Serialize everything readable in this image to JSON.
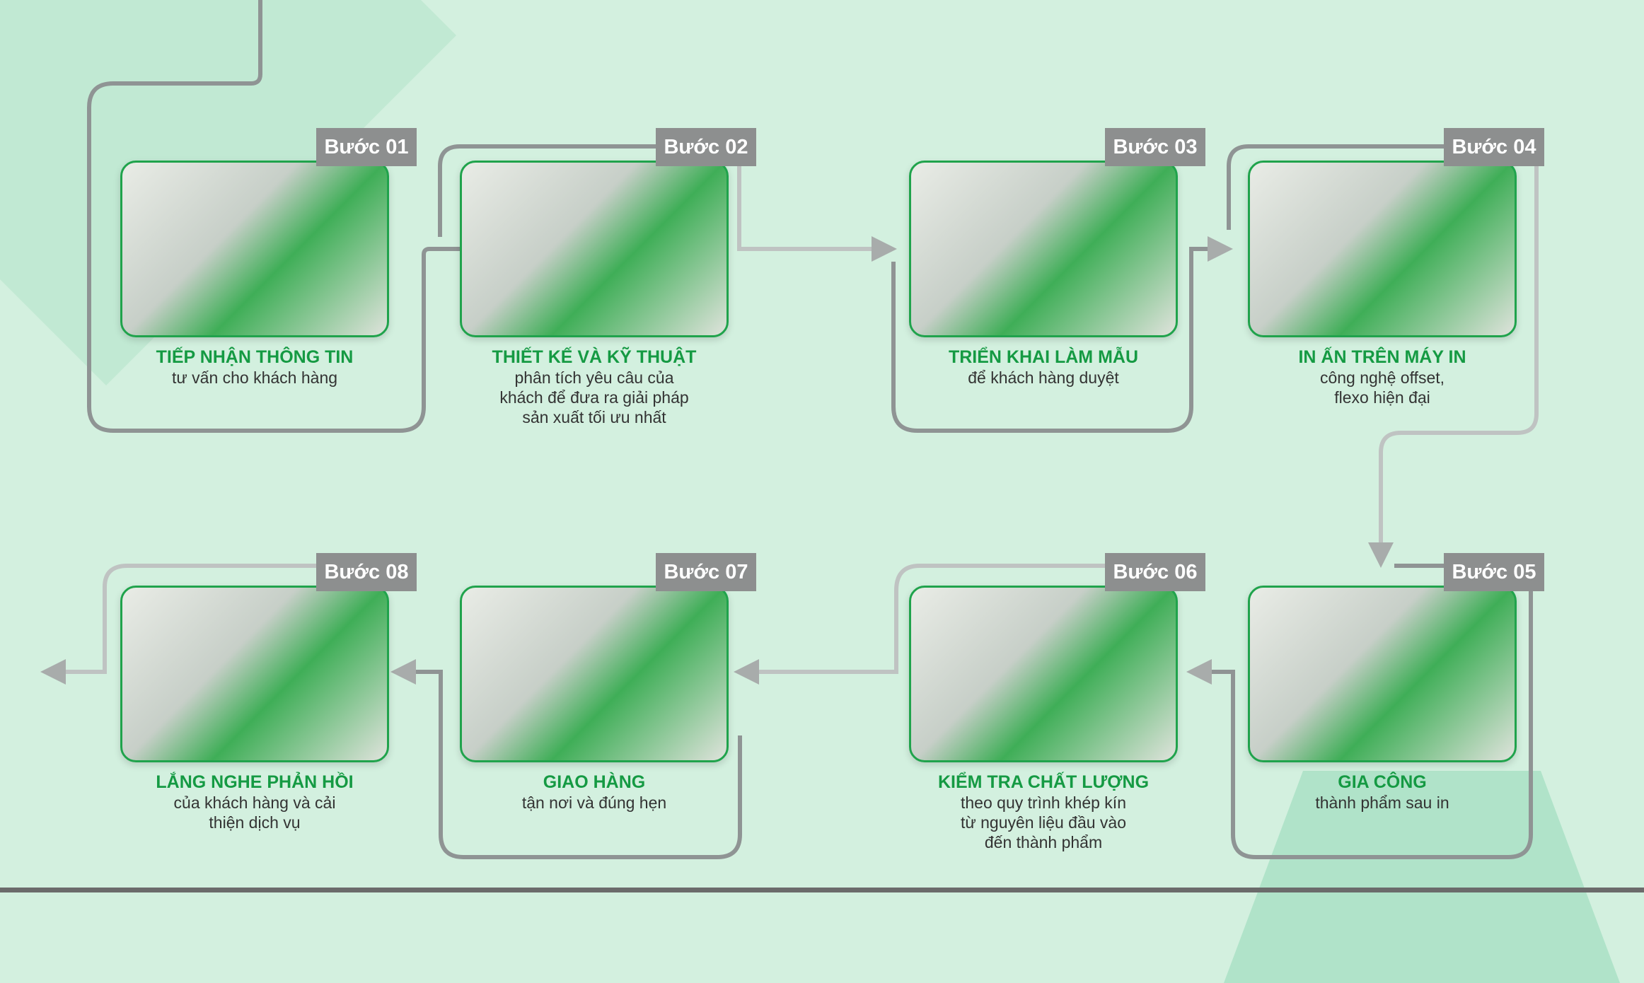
{
  "steps": [
    {
      "badge": "Bước 01",
      "title": "TIẾP NHẬN THÔNG TIN",
      "desc": "tư vấn cho khách hàng"
    },
    {
      "badge": "Bước 02",
      "title": "THIẾT KẾ VÀ KỸ THUẬT",
      "desc": "phân tích yêu câu của\nkhách để đưa ra giải pháp\nsản xuất tối ưu nhất"
    },
    {
      "badge": "Bước 03",
      "title": "TRIỂN KHAI LÀM  MẪU",
      "desc": "để khách hàng duyệt"
    },
    {
      "badge": "Bước 04",
      "title": "IN ẤN TRÊN MÁY IN",
      "desc": "công nghệ offset,\nflexo hiện đại"
    },
    {
      "badge": "Bước 05",
      "title": "GIA CÔNG",
      "desc": "thành phẩm sau in"
    },
    {
      "badge": "Bước 06",
      "title": "KIỂM TRA CHẤT LƯỢNG",
      "desc": "theo quy  trình khép kín\ntừ nguyên liệu đầu vào\nđến thành phẩm"
    },
    {
      "badge": "Bước 07",
      "title": "GIAO HÀNG",
      "desc": "tận nơi và đúng hẹn"
    },
    {
      "badge": "Bước 08",
      "title": "LẮNG NGHE PHẢN HỒI",
      "desc": "của khách hàng và cải\nthiện dịch vụ"
    }
  ]
}
